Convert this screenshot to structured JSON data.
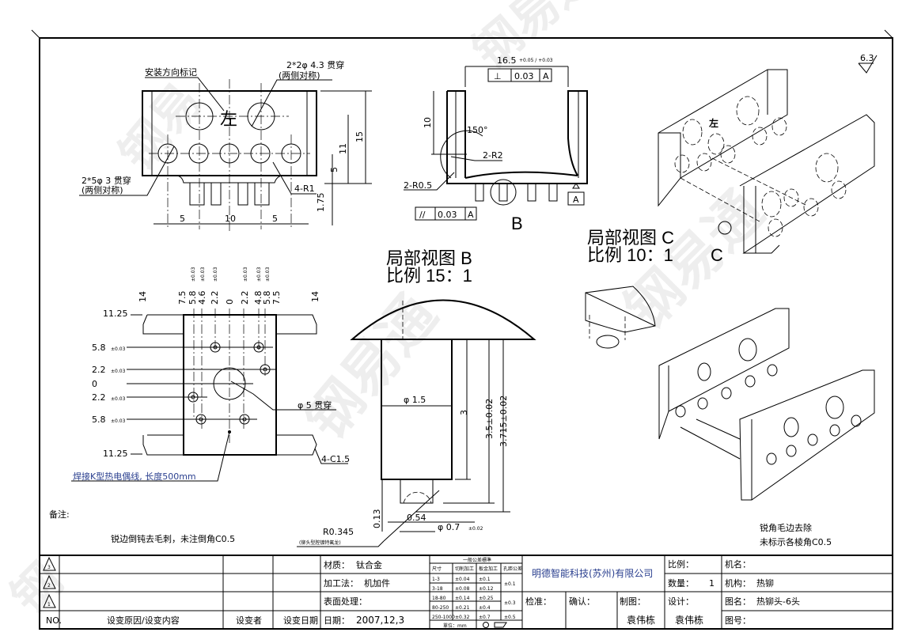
{
  "title_block": {
    "revisions": [
      {
        "no": "3"
      },
      {
        "no": "2"
      },
      {
        "no": "1"
      }
    ],
    "rev_header": {
      "no": "NO.",
      "reason": "设变原因/设变内容",
      "by": "设变者",
      "date": "设变日期"
    },
    "material_label": "材质：",
    "material": "钛合金",
    "process_label": "加工法：",
    "process": "机加件",
    "surface_label": "表面处理：",
    "date_label": "日期：",
    "date": "2007,12,3",
    "tolerance": {
      "title": "一般公差標準",
      "headers": [
        "尺寸",
        "切削加工",
        "板金加工",
        "孔距公差"
      ],
      "rows": [
        [
          "1-3",
          "±0.04",
          "±0.1"
        ],
        [
          "3-18",
          "±0.08",
          "±0.12"
        ],
        [
          "18-80",
          "±0.14",
          "±0.25"
        ],
        [
          "80-250",
          "±0.21",
          "±0.4"
        ],
        [
          "250-1000",
          "±0.32",
          "±0.7"
        ]
      ],
      "hole": [
        "±0.1",
        "±0.3",
        "±0.5"
      ],
      "unit": "單位：mm"
    },
    "company": "明德智能科技(苏州)有限公司",
    "check_label": "检准：",
    "confirm_label": "确认：",
    "drawn_label": "制图：",
    "drawn_by": "袁伟栋",
    "design_label": "设计：",
    "designed_by": "袁伟栋",
    "scale_label": "比例：",
    "qty_label": "数量：",
    "qty": "1",
    "machine_label": "机名：",
    "mechanism_label": "机构：",
    "mechanism": "热铆",
    "drawing_name_label": "图名：",
    "drawing_name": "热铆头-6头",
    "drawing_no_label": "图号："
  },
  "roughness": "6.3",
  "front_view": {
    "mark_label": "安装方向标记",
    "mark_char": "左",
    "hole_big": "2*2φ 4.3 贯穿",
    "hole_big_sub": "(两侧对称)",
    "hole_small": "2*5φ 3 贯穿",
    "hole_small_sub": "(两侧对称)",
    "radius": "4-R1",
    "dims": [
      "5",
      "10",
      "5",
      "15",
      "11",
      "5",
      "1.75"
    ]
  },
  "side_view": {
    "width": "16.5",
    "width_tol": "+0.05 / +0.03",
    "perp": {
      "symbol": "⊥",
      "value": "0.03",
      "datum": "A"
    },
    "par": {
      "symbol": "//",
      "value": "0.03",
      "datum": "A"
    },
    "datum": "A",
    "height": "10",
    "angle": "150°",
    "r2": "2-R2",
    "r05": "2-R0.5",
    "detail": "B"
  },
  "top_view": {
    "x_labels": [
      "7.5",
      "5.8",
      "4.6",
      "2.2",
      "0",
      "2.2",
      "4.8",
      "5.8",
      "7.5"
    ],
    "x_tol": "±0.03",
    "y_labels": [
      "5.8",
      "2.2",
      "0",
      "2.2",
      "5.8"
    ],
    "edge": [
      "11.25",
      "11.25"
    ],
    "side": [
      "14",
      "14"
    ],
    "center_hole": "φ 5 贯穿",
    "chamfer": "4-C1.5",
    "wire_note": "焊接K型热电偶线, 长度500mm"
  },
  "detail_b": {
    "title": "局部视图 B",
    "scale": "比例 15：1",
    "dia": "φ 1.5",
    "h1": "3",
    "h2": "3.5±0.02",
    "h3": "3.715±0.02",
    "tip": "0.54",
    "tip_h": "0.13",
    "tip_dia": "φ 0.7",
    "tip_tol": "±0.02",
    "radius": "R0.345",
    "coating": "(铆头型腔镀特氟龙)"
  },
  "detail_c": {
    "title": "局部视图 C",
    "scale": "比例 10：1",
    "mark": "C"
  },
  "notes": {
    "label": "备注:",
    "left": "锐边倒钝去毛刺，未注倒角C0.5",
    "right1": "锐角毛边去除",
    "right2": "未标示各棱角C0.5"
  }
}
